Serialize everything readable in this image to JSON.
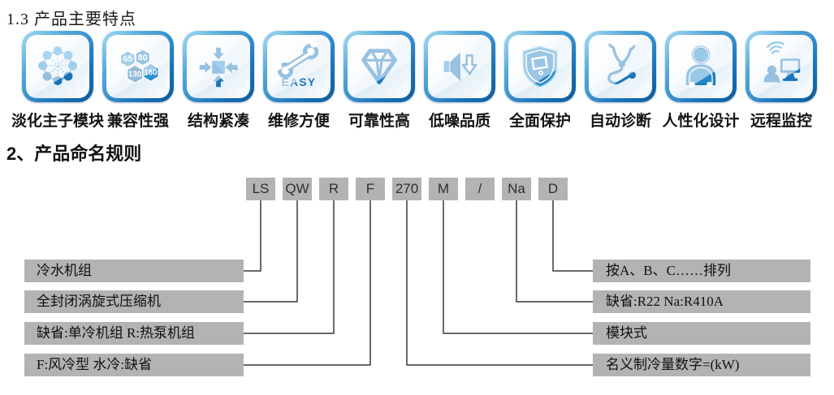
{
  "page": {
    "title": "1.3 产品主要特点",
    "section2_title": "2、产品命名规则"
  },
  "colors": {
    "icon_blue_dark": "#1565a8",
    "icon_blue": "#1b75bc",
    "icon_blue_mid": "#2e93d2",
    "icon_blue_light": "#aadcf2",
    "box_gray": "#b3b3b3",
    "line_dark": "#3a3a3a"
  },
  "features": {
    "items": [
      {
        "icon": "module-wheel-icon",
        "label": "淡化主子模块"
      },
      {
        "icon": "hexagons-icon",
        "label": "兼容性强",
        "hex": [
          "65",
          "80",
          "130",
          "160"
        ]
      },
      {
        "icon": "compress-icon",
        "label": "结构紧凑"
      },
      {
        "icon": "wrench-easy-icon",
        "label": "维修方便",
        "easy_text": "EASY"
      },
      {
        "icon": "diamond-icon",
        "label": "可靠性高"
      },
      {
        "icon": "speaker-down-icon",
        "label": "低噪品质"
      },
      {
        "icon": "shield-monitor-icon",
        "label": "全面保护"
      },
      {
        "icon": "stethoscope-icon",
        "label": "自动诊断"
      },
      {
        "icon": "person-icon",
        "label": "人性化设计"
      },
      {
        "icon": "remote-monitoring-icon",
        "label": "远程监控"
      }
    ]
  },
  "naming": {
    "codes": [
      "LS",
      "QW",
      "R",
      "F",
      "270",
      "M",
      "/",
      "Na",
      "D"
    ],
    "left_labels": [
      "冷水机组",
      "全封闭涡旋式压缩机",
      "缺省:单冷机组 R:热泵机组",
      "F:风冷型 水冷:缺省"
    ],
    "right_labels": [
      "按A、B、C……排列",
      "缺省:R22 Na:R410A",
      "模块式",
      "名义制冷量数字=(kW)"
    ]
  }
}
